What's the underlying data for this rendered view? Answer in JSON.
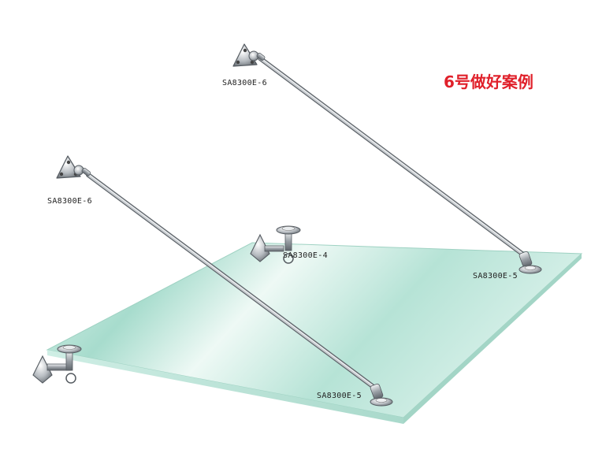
{
  "title": "6号做好案例",
  "colors": {
    "title": "#e0202a",
    "glass": "#bfe8dc",
    "steel": "#b9bec3"
  },
  "labels": {
    "top_right_wall_bracket": "SA8300E-6",
    "left_wall_bracket": "SA8300E-6",
    "center_support": "SA8300E-4",
    "right_glass_connector": "SA8300E-5",
    "front_glass_connector": "SA8300E-5"
  }
}
